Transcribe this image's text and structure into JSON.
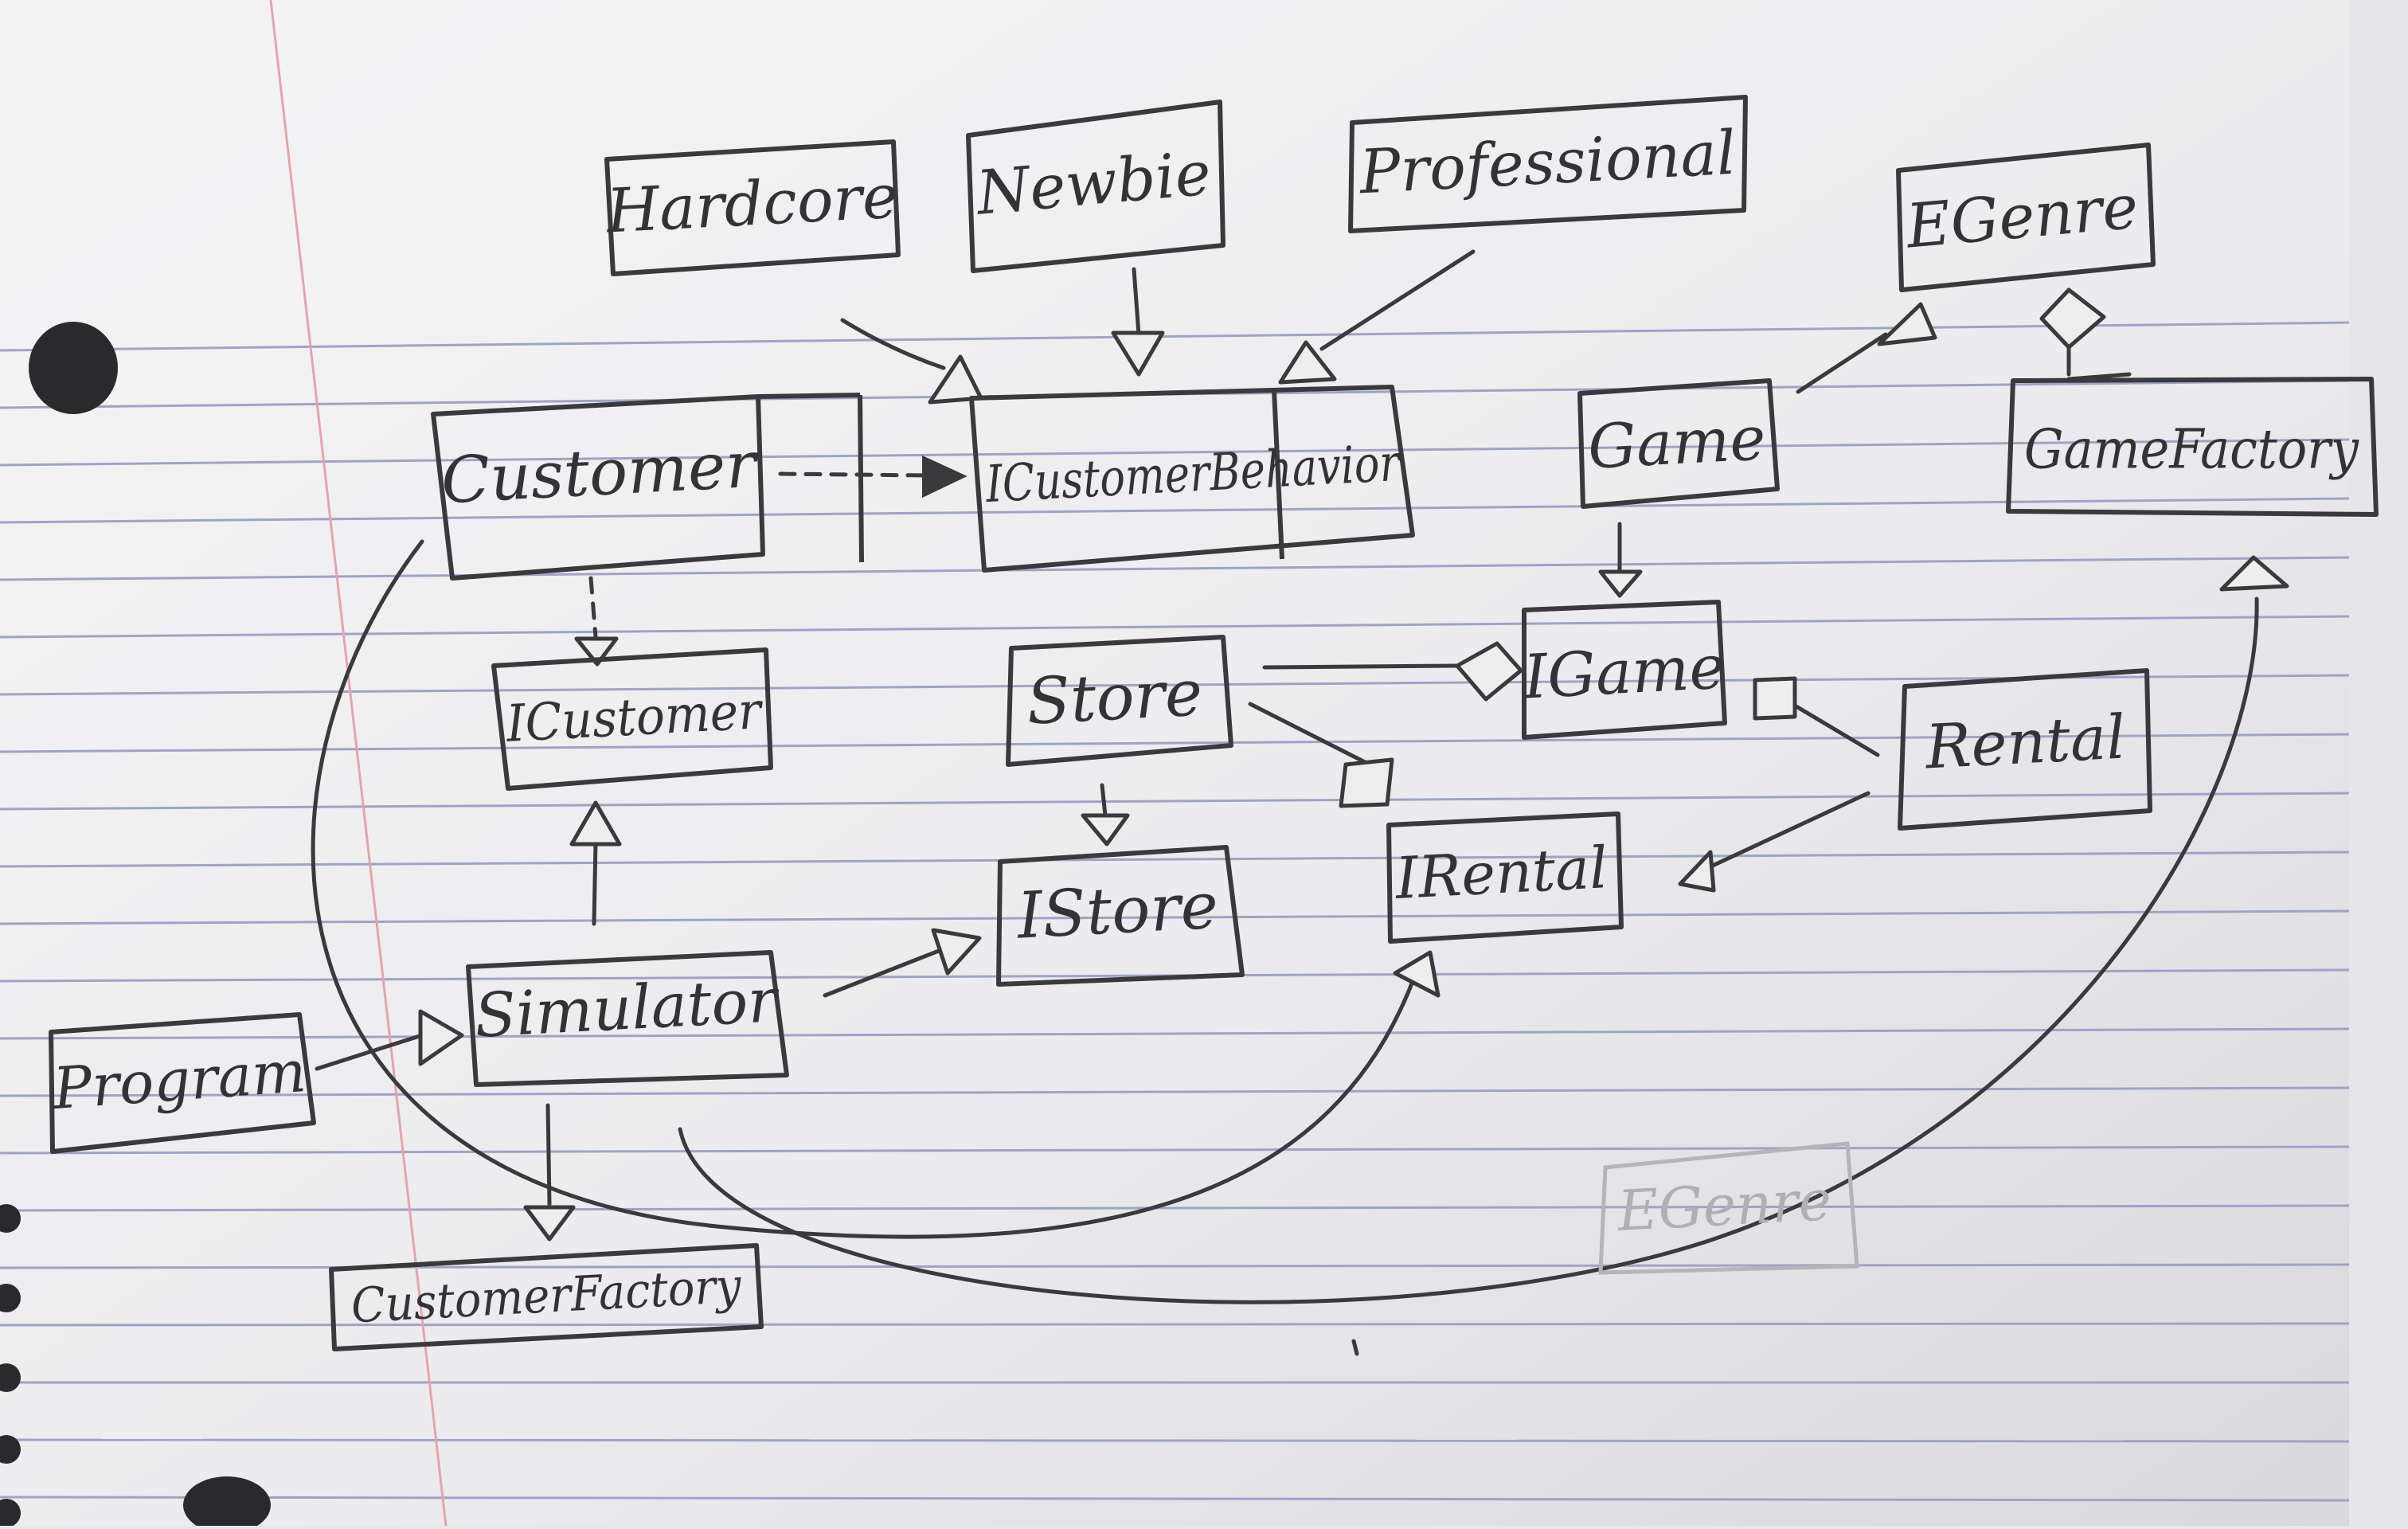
{
  "diagram": {
    "nodes": {
      "hardcore": "Hardcore",
      "newbie": "Newbie",
      "professional": "Professional",
      "egenre_top": "EGenre",
      "customer": "Customer",
      "icustomerbehavior": "ICustomerBehavior",
      "game": "Game",
      "gamefactory": "GameFactory",
      "icustomer": "ICustomer",
      "store": "Store",
      "igame": "IGame",
      "rental": "Rental",
      "istore": "IStore",
      "irental": "IRental",
      "program": "Program",
      "simulator": "Simulator",
      "customerfactory": "CustomerFactory",
      "egenre_faint": "EGenre"
    }
  }
}
